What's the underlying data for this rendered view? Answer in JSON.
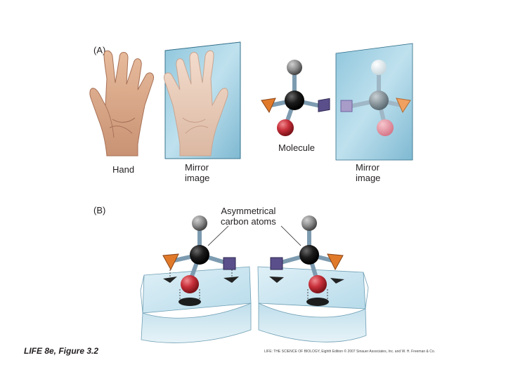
{
  "panel_a": {
    "label": "(A)",
    "hand_label": "Hand",
    "mirror_label_1": "Mirror\nimage",
    "molecule_label": "Molecule",
    "mirror_label_2": "Mirror\nimage"
  },
  "panel_b": {
    "label": "(B)",
    "annotation": "Asymmetrical\ncarbon atoms"
  },
  "caption": "LIFE 8e, Figure 3.2",
  "credit": "LIFE: THE SCIENCE OF BIOLOGY, Eighth Edition © 2007 Sinauer Associates, Inc. and W. H. Freeman & Co.",
  "colors": {
    "mirror": "#a9d5e6",
    "carbon": "#1b1b1b",
    "gray_atom": "#8c8c8c",
    "red_atom": "#c8303a",
    "purple_group": "#5a4f8a",
    "orange_group": "#e07a2a",
    "skin": "#dcae8c",
    "surface": "#d3e9f2"
  }
}
